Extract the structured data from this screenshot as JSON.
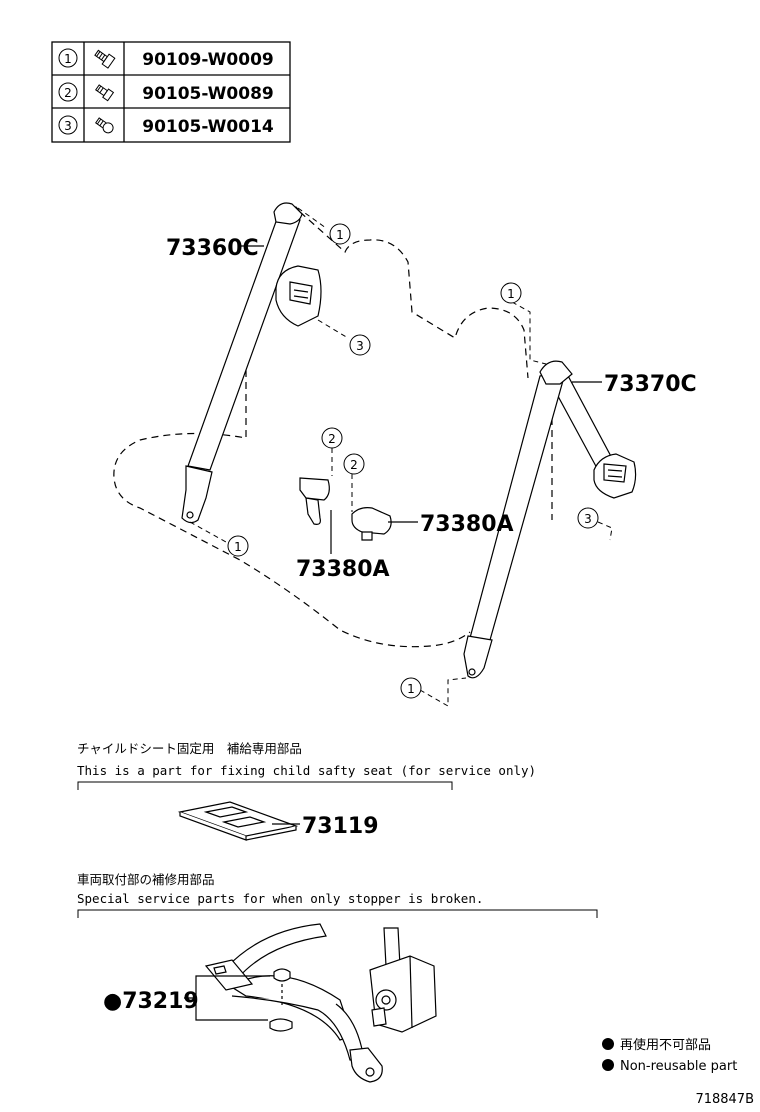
{
  "fastener_table": [
    {
      "ref": "1",
      "part_no": "90109-W0009",
      "icon": "bolt-icon"
    },
    {
      "ref": "2",
      "part_no": "90105-W0089",
      "icon": "bolt-icon"
    },
    {
      "ref": "3",
      "part_no": "90105-W0014",
      "icon": "bolt-icon"
    }
  ],
  "parts": {
    "left_belt": "73360C",
    "right_belt": "73370C",
    "buckle_left": "73380A",
    "buckle_right": "73380A",
    "child_seat_plate": "73119",
    "stopper": "●73219"
  },
  "callouts": {
    "c1_top": "1",
    "c3_left": "3",
    "c1_right_top": "1",
    "c2_left": "2",
    "c2_right": "2",
    "c3_right": "3",
    "c1_left_bottom": "1",
    "c1_bottom": "1"
  },
  "notes": {
    "child_seat_jp": "チャイルドシート固定用　補給専用部品",
    "child_seat_en": "This is a part for fixing child safty seat (for service only)",
    "stopper_jp": "車両取付部の補修用部品",
    "stopper_en": "Special service parts for when only stopper is broken."
  },
  "legend": {
    "jp": "再使用不可部品",
    "en": "Non-reusable part"
  },
  "figure_id": "718847B"
}
